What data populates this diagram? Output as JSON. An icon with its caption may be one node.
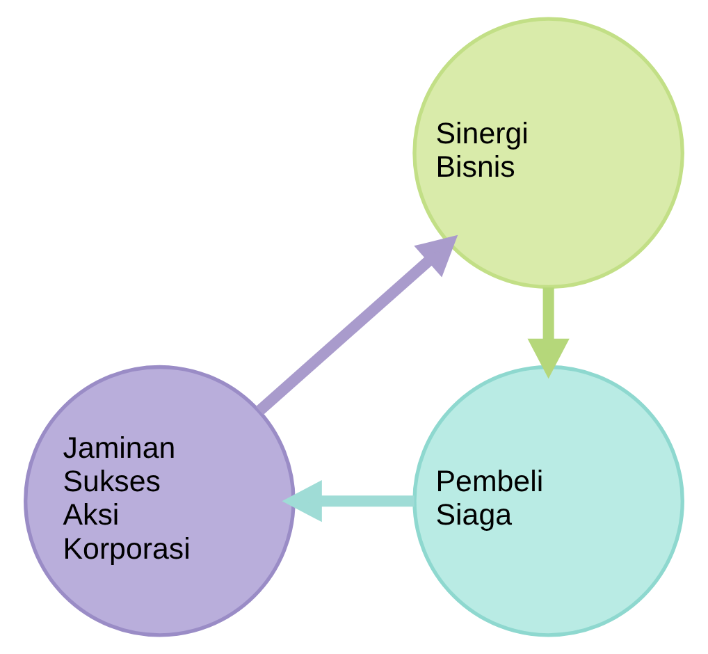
{
  "diagram": {
    "nodes": [
      {
        "text": [
          "Sinergi Bisnis"
        ]
      },
      {
        "text": [
          "Pembeli Siaga"
        ]
      },
      {
        "text": [
          "Jaminan Sukses Aksi Korporasi"
        ]
      }
    ],
    "edges": [
      {
        "from": 0,
        "to": 1,
        "arrow": "to",
        "color": "#b5d77a"
      },
      {
        "from": 1,
        "to": 2,
        "arrow": "to",
        "color": "#9fdcd6"
      },
      {
        "from": 2,
        "to": 0,
        "arrow": "to",
        "color": "#a99bcc"
      }
    ]
  }
}
